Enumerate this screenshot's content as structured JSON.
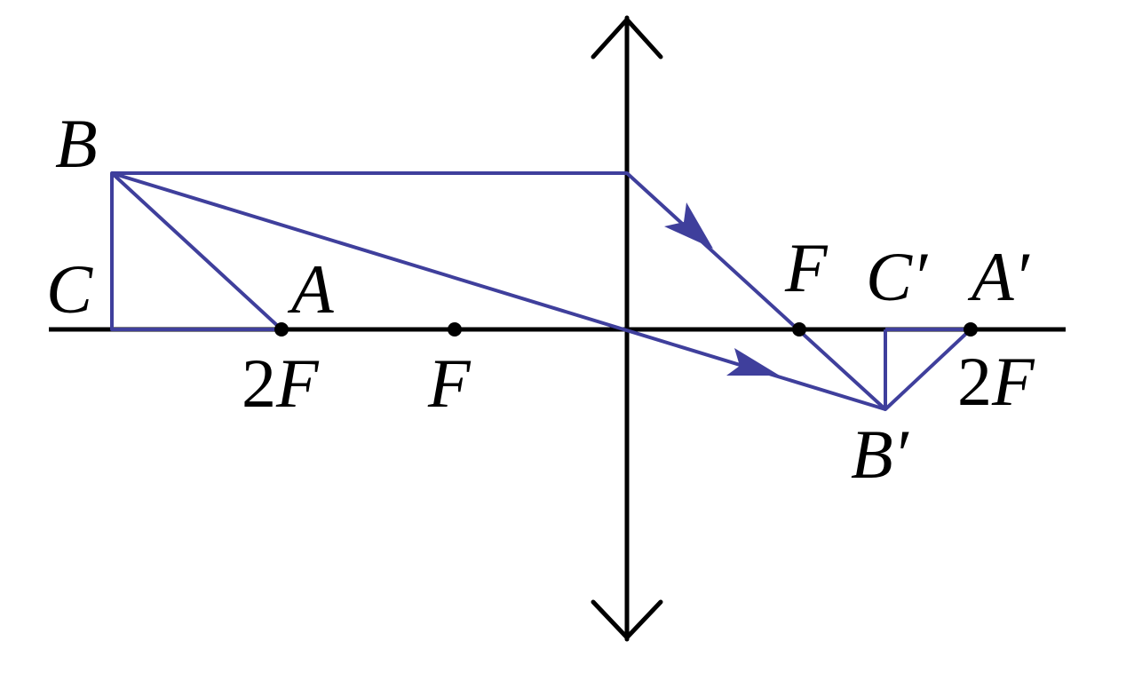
{
  "diagram": {
    "colors": {
      "axis": "#000000",
      "ray": "#3f3f9c",
      "background": "#ffffff"
    },
    "labels": {
      "B": "B",
      "C": "C",
      "A": "A",
      "two_f_left_num": "2",
      "two_f_left_f": "F",
      "f_left": "F",
      "f_right": "F",
      "c_prime": "C′",
      "a_prime": "A′",
      "two_f_right_num": "2",
      "two_f_right_f": "F",
      "b_prime": "B′"
    }
  }
}
